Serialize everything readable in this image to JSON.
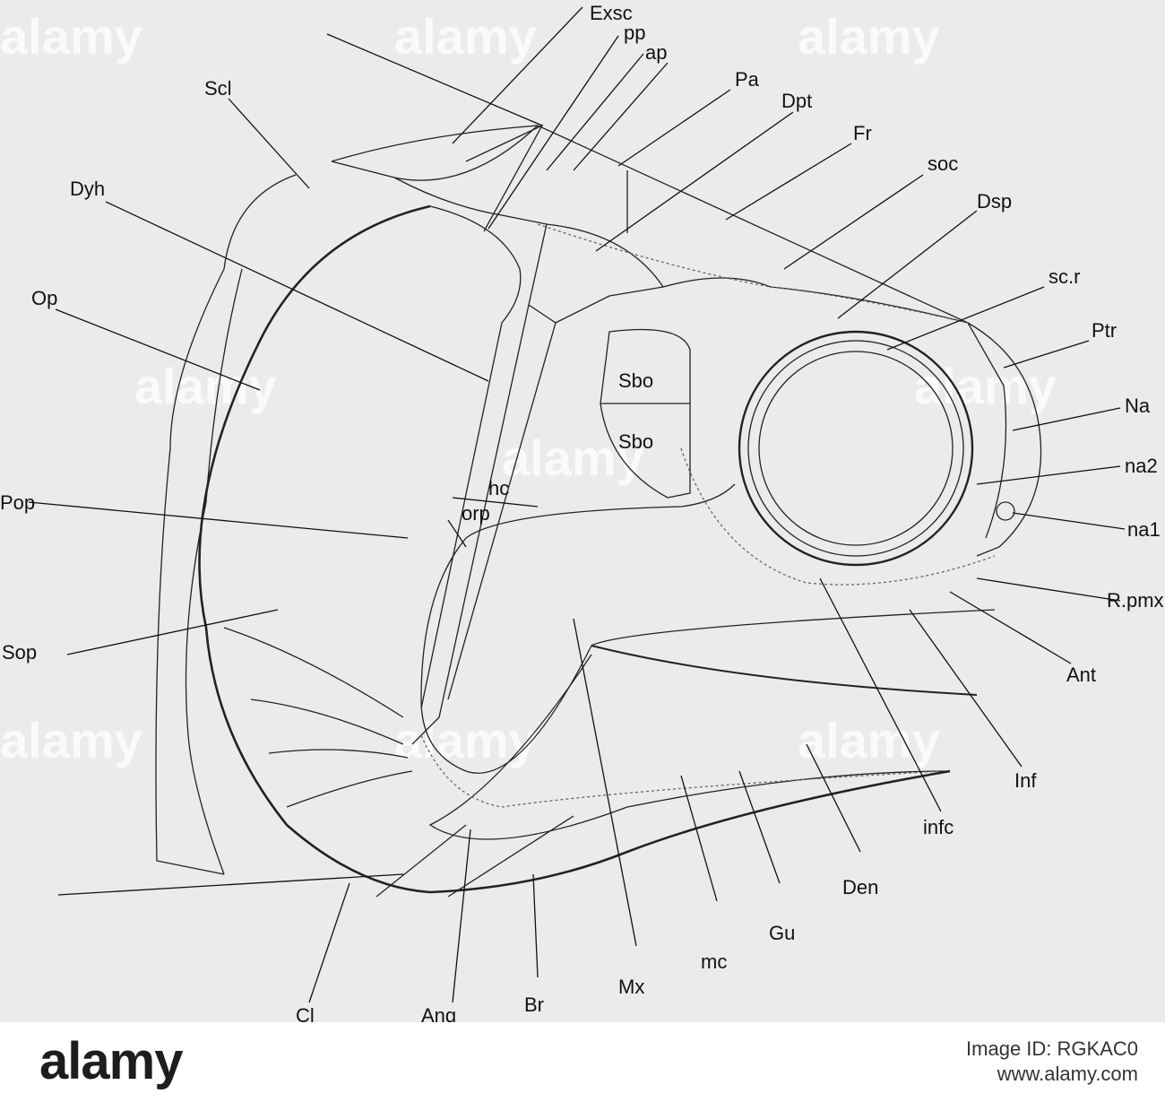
{
  "labels": {
    "Exsc": "Exsc",
    "pp": "pp",
    "ap": "ap",
    "Pa": "Pa",
    "Dpt": "Dpt",
    "Fr": "Fr",
    "soc": "soc",
    "Dsp": "Dsp",
    "scr": "sc.r",
    "Ptr": "Ptr",
    "Na": "Na",
    "na2": "na2",
    "na1": "na1",
    "Rpmx": "R.pmx",
    "Ant": "Ant",
    "Inf": "Inf",
    "infc": "infc",
    "Den": "Den",
    "Gu": "Gu",
    "mc": "mc",
    "Mx": "Mx",
    "Br": "Br",
    "Ang": "Ang",
    "Cl": "Cl",
    "Sop": "Sop",
    "Pop": "Pop",
    "Op": "Op",
    "Dyh": "Dyh",
    "Scl": "Scl",
    "Sbo1": "Sbo",
    "Sbo2": "Sbo",
    "hc": "hc",
    "orp": "orp"
  },
  "watermark": "alamy",
  "footer": {
    "logo": "alamy",
    "image_id": "Image ID: RGKAC0",
    "url": "www.alamy.com"
  }
}
